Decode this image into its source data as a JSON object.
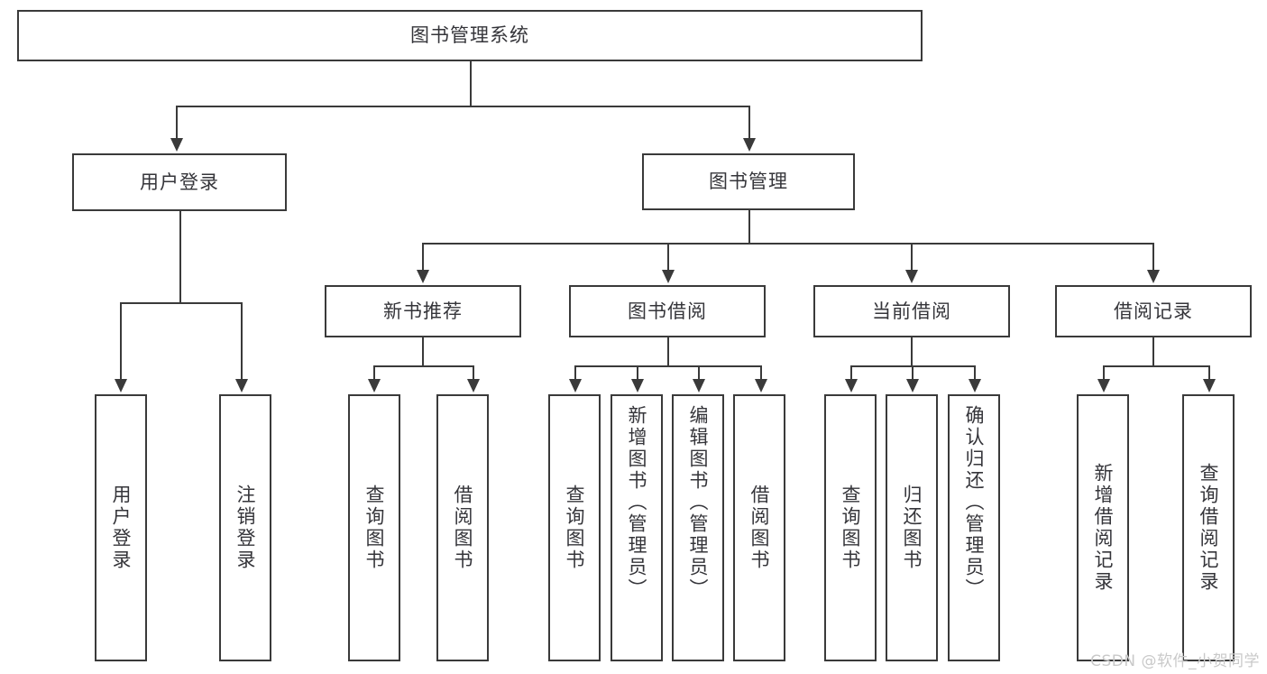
{
  "diagram": {
    "title": "图书管理系统",
    "type": "tree",
    "watermark": "CSDN @软件_小贺同学",
    "root": {
      "label": "图书管理系统"
    },
    "level1": [
      {
        "key": "user_login",
        "label": "用户登录"
      },
      {
        "key": "book_manage",
        "label": "图书管理"
      }
    ],
    "level2": [
      {
        "key": "new_book_rec",
        "label": "新书推荐"
      },
      {
        "key": "book_borrow",
        "label": "图书借阅"
      },
      {
        "key": "current_borrow",
        "label": "当前借阅"
      },
      {
        "key": "borrow_record",
        "label": "借阅记录"
      }
    ],
    "leaves": {
      "user_login": [
        {
          "label": "用户登录"
        },
        {
          "label": "注销登录"
        }
      ],
      "new_book_rec": [
        {
          "label": "查询图书"
        },
        {
          "label": "借阅图书"
        }
      ],
      "book_borrow": [
        {
          "label": "查询图书"
        },
        {
          "label": "新增图书（管理员）"
        },
        {
          "label": "编辑图书（管理员）"
        },
        {
          "label": "借阅图书"
        }
      ],
      "current_borrow": [
        {
          "label": "查询图书"
        },
        {
          "label": "归还图书"
        },
        {
          "label": "确认归还（管理员）"
        }
      ],
      "borrow_record": [
        {
          "label": "新增借阅记录"
        },
        {
          "label": "查询借阅记录"
        }
      ]
    },
    "colors": {
      "stroke": "#3a3a3a",
      "text": "#35353a",
      "background": "#ffffff",
      "watermark": "#c9c9c9"
    }
  }
}
